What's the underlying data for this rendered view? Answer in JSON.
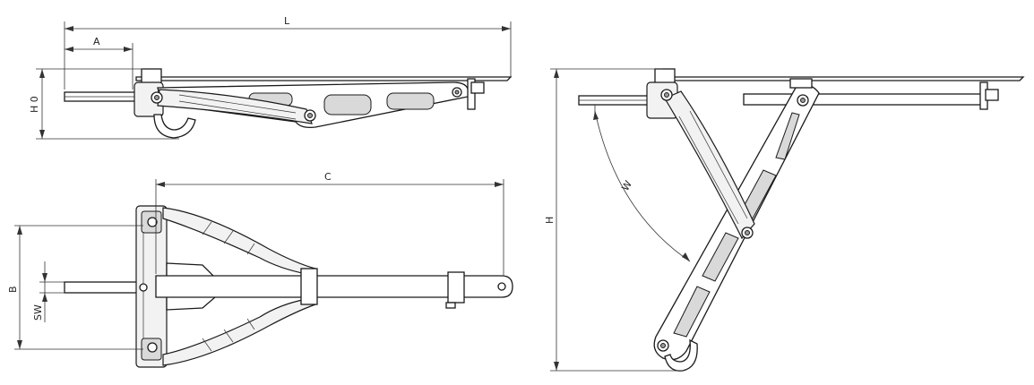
{
  "dimensions": {
    "L": "L",
    "A": "A",
    "H0": "H 0",
    "C": "C",
    "B": "B",
    "SW": "SW",
    "H": "H",
    "W": "W"
  },
  "colors": {
    "line": "#1a1a1a",
    "fill": "#ffffff",
    "shade": "#d9d9d9"
  }
}
